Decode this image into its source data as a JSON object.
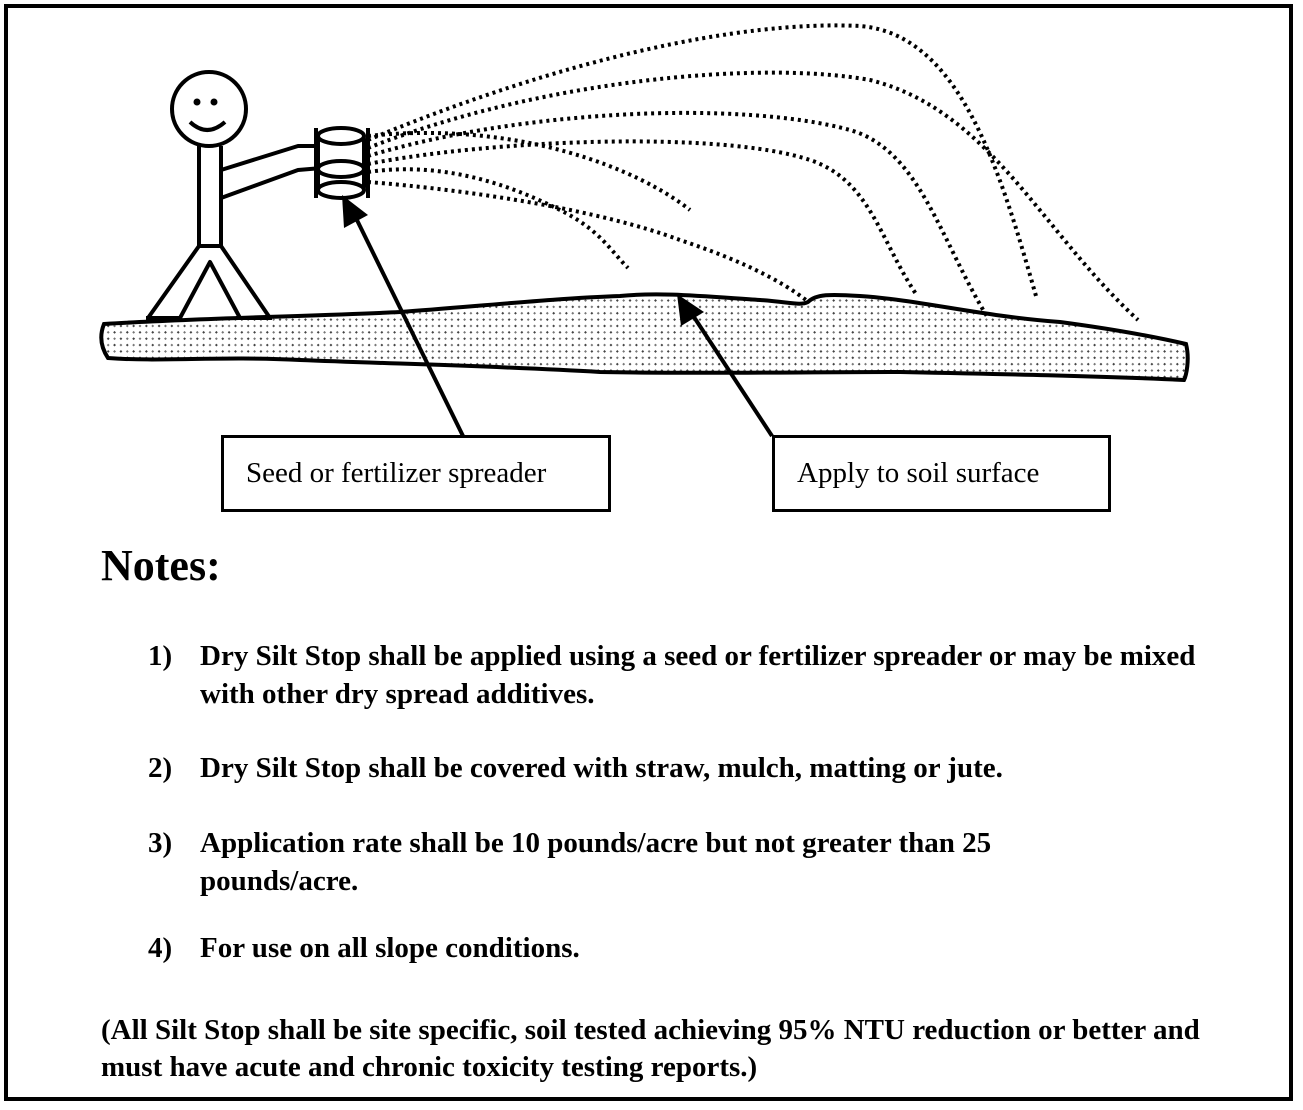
{
  "diagram": {
    "labels": {
      "spreader": "Seed or fertilizer spreader",
      "soil": "Apply to soil surface"
    }
  },
  "notes": {
    "heading": "Notes:",
    "items": [
      {
        "number": "1)",
        "text": "Dry Silt Stop shall be applied using a seed or fertilizer spreader or may be mixed with other dry spread additives."
      },
      {
        "number": "2)",
        "text": "Dry Silt Stop shall be covered with straw, mulch, matting or jute."
      },
      {
        "number": "3)",
        "text": "Application rate shall be 10 pounds/acre but not greater than 25 pounds/acre."
      },
      {
        "number": "4)",
        "text": "For use on all slope conditions."
      }
    ],
    "footnote": "(All Silt Stop shall be site specific, soil tested achieving 95% NTU reduction or better and must have acute and chronic toxicity testing reports.)"
  }
}
